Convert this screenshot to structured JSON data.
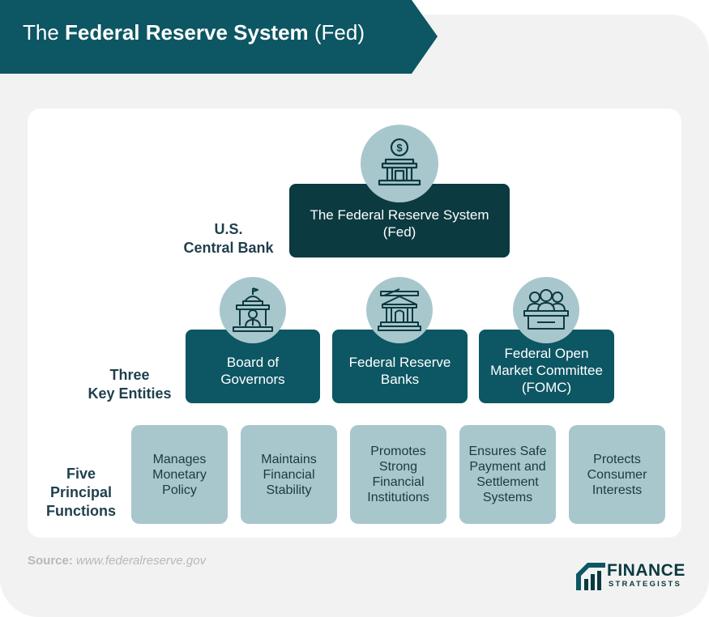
{
  "banner": {
    "title_regular_1": "The ",
    "title_bold": "Federal Reserve System",
    "title_regular_2": " (Fed)"
  },
  "colors": {
    "dark": "#0b3a40",
    "teal": "#0d5663",
    "light": "#a8c7cd",
    "text_dark": "#1f3f4c"
  },
  "levels": {
    "central": {
      "label": "U.S.\nCentral Bank"
    },
    "entities": {
      "label": "Three\nKey Entities"
    },
    "functions": {
      "label": "Five\nPrincipal\nFunctions"
    }
  },
  "top": {
    "label": "The Federal Reserve System\n(Fed)",
    "icon": "federal-building-dollar-icon"
  },
  "entities": [
    {
      "label": "Board of\nGovernors",
      "icon": "capitol-person-icon"
    },
    {
      "label": "Federal Reserve\nBanks",
      "icon": "bank-building-icon"
    },
    {
      "label": "Federal Open\nMarket Committee\n(FOMC)",
      "icon": "committee-people-icon"
    }
  ],
  "functions": [
    {
      "label": "Manages\nMonetary\nPolicy"
    },
    {
      "label": "Maintains\nFinancial\nStability"
    },
    {
      "label": "Promotes\nStrong\nFinancial\nInstitutions"
    },
    {
      "label": "Ensures Safe\nPayment and\nSettlement\nSystems"
    },
    {
      "label": "Protects\nConsumer\nInterests"
    }
  ],
  "footer": {
    "source_label": "Source:",
    "source_url": "www.federalreserve.gov"
  },
  "logo": {
    "word1": "FINANCE",
    "word2": "STRATEGISTS"
  }
}
